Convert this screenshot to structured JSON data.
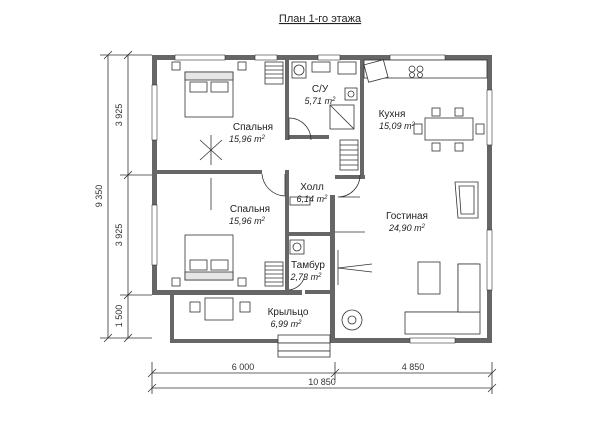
{
  "title": "План 1-го этажа",
  "rooms": {
    "bedroom_top": {
      "name": "Спальня",
      "area": "15,96",
      "unit": "m"
    },
    "bathroom": {
      "name": "С/У",
      "area": "5,71",
      "unit": "m"
    },
    "kitchen": {
      "name": "Кухня",
      "area": "15,09",
      "unit": "m"
    },
    "bedroom_bottom": {
      "name": "Спальня",
      "area": "15,96",
      "unit": "m"
    },
    "hall": {
      "name": "Холл",
      "area": "6,14",
      "unit": "m"
    },
    "living": {
      "name": "Гостиная",
      "area": "24,90",
      "unit": "m"
    },
    "vestibule": {
      "name": "Тамбур",
      "area": "2,73",
      "unit": "m"
    },
    "porch": {
      "name": "Крыльцо",
      "area": "6,99",
      "unit": "m"
    }
  },
  "area_exp": "2",
  "dimensions": {
    "left_top": "3 925",
    "left_mid": "3 925",
    "left_bottom": "1 500",
    "left_total": "9 350",
    "bottom_left": "6 000",
    "bottom_right": "4 850",
    "bottom_total": "10 850"
  }
}
